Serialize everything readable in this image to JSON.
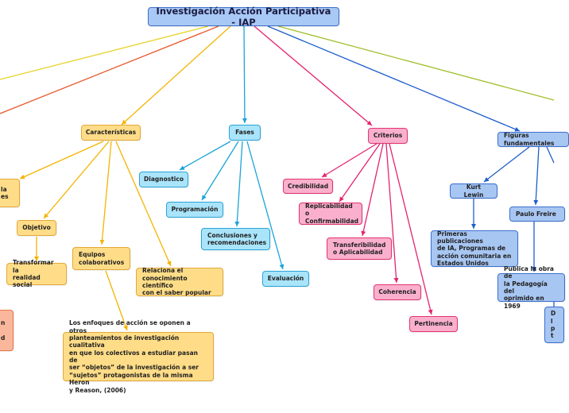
{
  "colors": {
    "characteristics": "#f4b400",
    "phases": "#1aa3d9",
    "criteria": "#e5226f",
    "figures": "#1f5fc9",
    "offscreen_yellow": "#e7d32a",
    "offscreen_orange": "#e8582b",
    "offscreen_olive": "#9fbf2a"
  },
  "map": {
    "root": "Investigación Acción Participativa - IAP",
    "characteristics": {
      "title": "Características",
      "cut_left_node": "la\nes",
      "objective": "Objetivo",
      "objective_child": "Transformar la\nrealidad social",
      "teams": "Equipos\ncolaborativos",
      "teams_child": "Los enfoques de acción se oponen a otros\nplanteamientos de investigación cualitativa\nen que los colectivos a estudiar pasan de\nser “objetos” de la investigación a ser\n“sujetos” protagonistas de la misma Heron\ny Reason, (2006)",
      "relation": "Relaciona el\nconocimiento científico\ncon el saber popular"
    },
    "cut_salmon_node": "n\n\nd",
    "phases": {
      "title": "Fases",
      "items": [
        "Diagnostico",
        "Programación",
        "Conclusiones y\nrecomendaciones",
        "Evaluación"
      ]
    },
    "criteria": {
      "title": "Criterios",
      "items": [
        "Credibilidad",
        "Replicabilidad o\nConfirmabilidad",
        "Transferibilidad\no Aplicabilidad",
        "Coherencia",
        "Pertinencia"
      ]
    },
    "figures": {
      "title": "Figuras fundamentales",
      "lewin": "Kurt Lewin",
      "lewin_child": "Primeras publicaciones\nde IA, Programas de\nacción comunitaria en\nEstados Unidos",
      "freire": "Paulo Freire",
      "freire_child": "Publica la obra de\nla Pedagogía del\noprimido en 1969",
      "freire_sub": "D\nl\np\nt"
    }
  }
}
